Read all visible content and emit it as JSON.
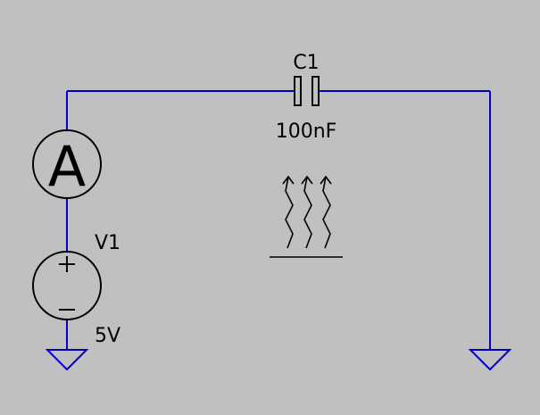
{
  "schematic": {
    "background": "#c0c0c0",
    "wire_color": "#0000c8",
    "symbol_color": "#000000",
    "ammeter": {
      "glyph": "A",
      "icon": "ammeter-icon"
    },
    "voltage_source": {
      "name": "V1",
      "value": "5V",
      "plus": "+",
      "minus": "−",
      "icon": "dc-voltage-source-icon"
    },
    "capacitor": {
      "name": "C1",
      "value": "100nF",
      "icon": "capacitor-icon"
    },
    "heat_icon": "heat-waves-icon",
    "ground_icon": "ground-icon"
  }
}
